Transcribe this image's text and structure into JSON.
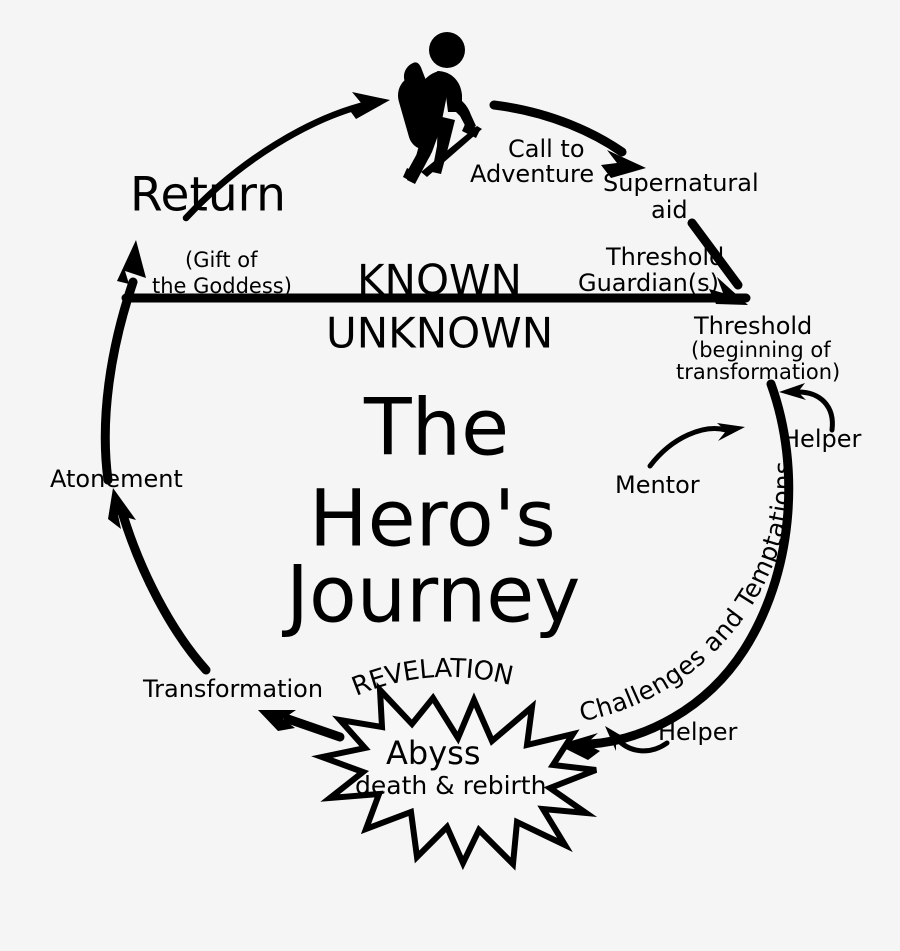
{
  "diagram": {
    "title_lines": [
      "The",
      "Hero's",
      "Journey"
    ],
    "background_color": "#f5f5f5",
    "ink_color": "#000000",
    "divider": {
      "above_label": "KNOWN",
      "below_label": "UNKNOWN"
    },
    "icons": {
      "hiker": "hiker-with-backpack-icon"
    },
    "stages": {
      "return": "Return",
      "gift_of_goddess": [
        "(Gift of",
        "the Goddess)"
      ],
      "call_to_adventure": [
        "Call to",
        "Adventure"
      ],
      "supernatural_aid": [
        "Supernatural",
        "aid"
      ],
      "threshold_guardians": [
        "Threshold",
        "Guardian(s)"
      ],
      "threshold": "Threshold",
      "threshold_sub": [
        "(beginning of",
        "transformation)"
      ],
      "helper_top": "Helper",
      "mentor": "Mentor",
      "challenges_and_temptations": "Challenges and Temptations",
      "helper_bottom": "Helper",
      "revelation": "REVELATION",
      "abyss": "Abyss",
      "abyss_sub": "death & rebirth",
      "transformation": "Transformation",
      "atonement": "Atonement"
    }
  }
}
